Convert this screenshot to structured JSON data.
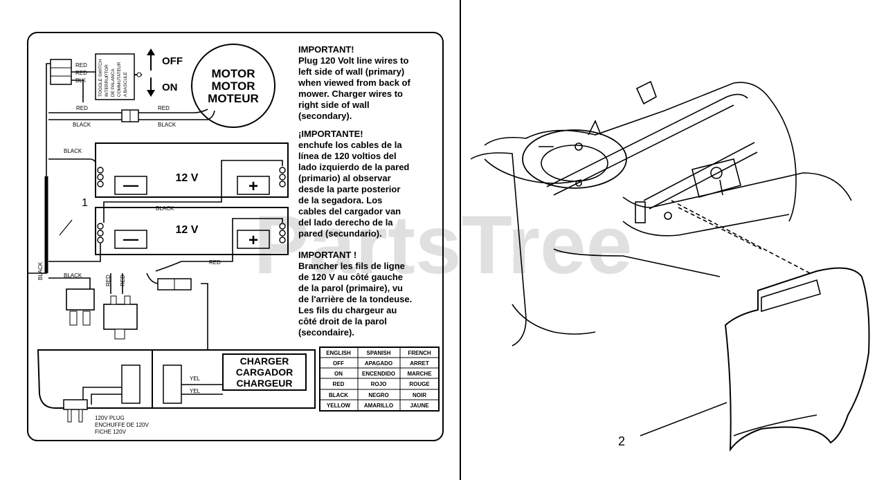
{
  "watermark": "PartsTree",
  "decal": {
    "toggle_switch_text": [
      "TOGGLE SWITCH",
      "INTERRUPTOR",
      "DE PALANCA",
      "COMMUTATEUR",
      "A BASCULE"
    ],
    "switch_states": {
      "off": "OFF",
      "on": "ON"
    },
    "wire_colors_at_switch": [
      "RED",
      "RED",
      "BLK"
    ],
    "motor_label": [
      "MOTOR",
      "MOTOR",
      "MOTEUR"
    ],
    "wire_labels": {
      "red_top_left": "RED",
      "red_top_right": "RED",
      "black_top_left": "BLACK",
      "black_top_right": "BLACK",
      "black_left": "BLACK",
      "black_between_batteries": "BLACK",
      "red_right": "RED",
      "black_bottom": "BLACK",
      "black_vertical": "BLACK",
      "red_fuse_1": "RED",
      "red_fuse_2": "RED",
      "yel_1": "YEL",
      "yel_2": "YEL"
    },
    "battery_voltage_1": "12 V",
    "battery_voltage_2": "12 V",
    "minus_sign": "—",
    "plus_sign": "+",
    "callout_1": "1",
    "charger_label": [
      "CHARGER",
      "CARGADOR",
      "CHARGEUR"
    ],
    "plug_label": [
      "120V PLUG",
      "ENCHUFFE DE 120V",
      "FICHE 120V"
    ],
    "notes": [
      {
        "heading": "IMPORTANT!",
        "lines": [
          "Plug 120 Volt line wires to",
          "left side of wall (primary)",
          "when viewed from back of",
          "mower. Charger wires to",
          "right side of wall",
          "(secondary)."
        ]
      },
      {
        "heading": "¡IMPORTANTE!",
        "lines": [
          "enchufe los cables de la",
          "línea de 120 voltios del",
          "lado izquierdo de la pared",
          "(primario) al observar",
          "desde la parte posterior",
          "de la segadora. Los",
          "cables del cargador van",
          "del lado derecho de la",
          "pared (secundario)."
        ]
      },
      {
        "heading": "IMPORTANT !",
        "lines": [
          "Brancher les fils de ligne",
          "de 120 V au côté gauche",
          "de la parol (primaire), vu",
          "de l'arrière de la tondeuse.",
          "Les fils du chargeur au",
          "côté droit de la parol",
          "(secondaire)."
        ]
      }
    ],
    "translation_table": {
      "headers": [
        "ENGLISH",
        "SPANISH",
        "FRENCH"
      ],
      "rows": [
        [
          "OFF",
          "APAGADO",
          "ARRET"
        ],
        [
          "ON",
          "ENCENDIDO",
          "MARCHE"
        ],
        [
          "RED",
          "ROJO",
          "ROUGE"
        ],
        [
          "BLACK",
          "NEGRO",
          "NOIR"
        ],
        [
          "YELLOW",
          "AMARILLO",
          "JAUNE"
        ]
      ]
    }
  },
  "illustration": {
    "callout_2": "2"
  }
}
